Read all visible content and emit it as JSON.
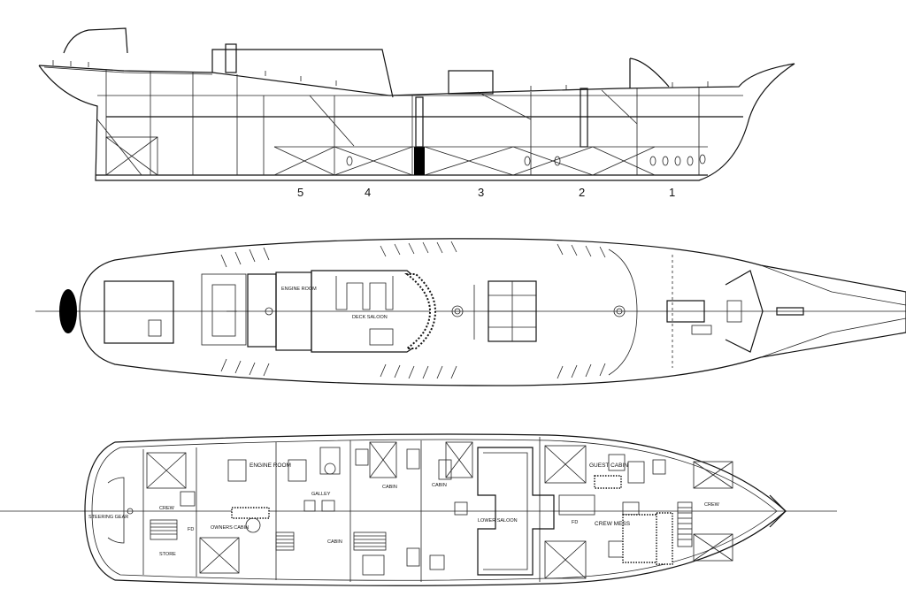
{
  "profile": {
    "compartments": [
      "5",
      "4",
      "3",
      "2",
      "1"
    ]
  },
  "deck_plan": {
    "labels": {
      "engine_room": "ENGINE ROOM",
      "deck_saloon": "DECK SALOON"
    }
  },
  "lower_deck": {
    "labels": {
      "steering_gear": "STEERING GEAR",
      "crew_left": "CREW",
      "owners_cabin": "OWNERS CABIN",
      "store": "STORE",
      "engine_room": "ENGINE ROOM",
      "galley": "GALLEY",
      "cabin_a": "CABIN",
      "cabin_b": "CABIN",
      "cabin_c": "CABIN",
      "lower_saloon": "LOWER SALOON",
      "guest_cabin": "GUEST CABIN",
      "crew_mess": "CREW MESS",
      "crew_fwd": "CREW",
      "fd": "FD",
      "fd2": "FD"
    }
  }
}
